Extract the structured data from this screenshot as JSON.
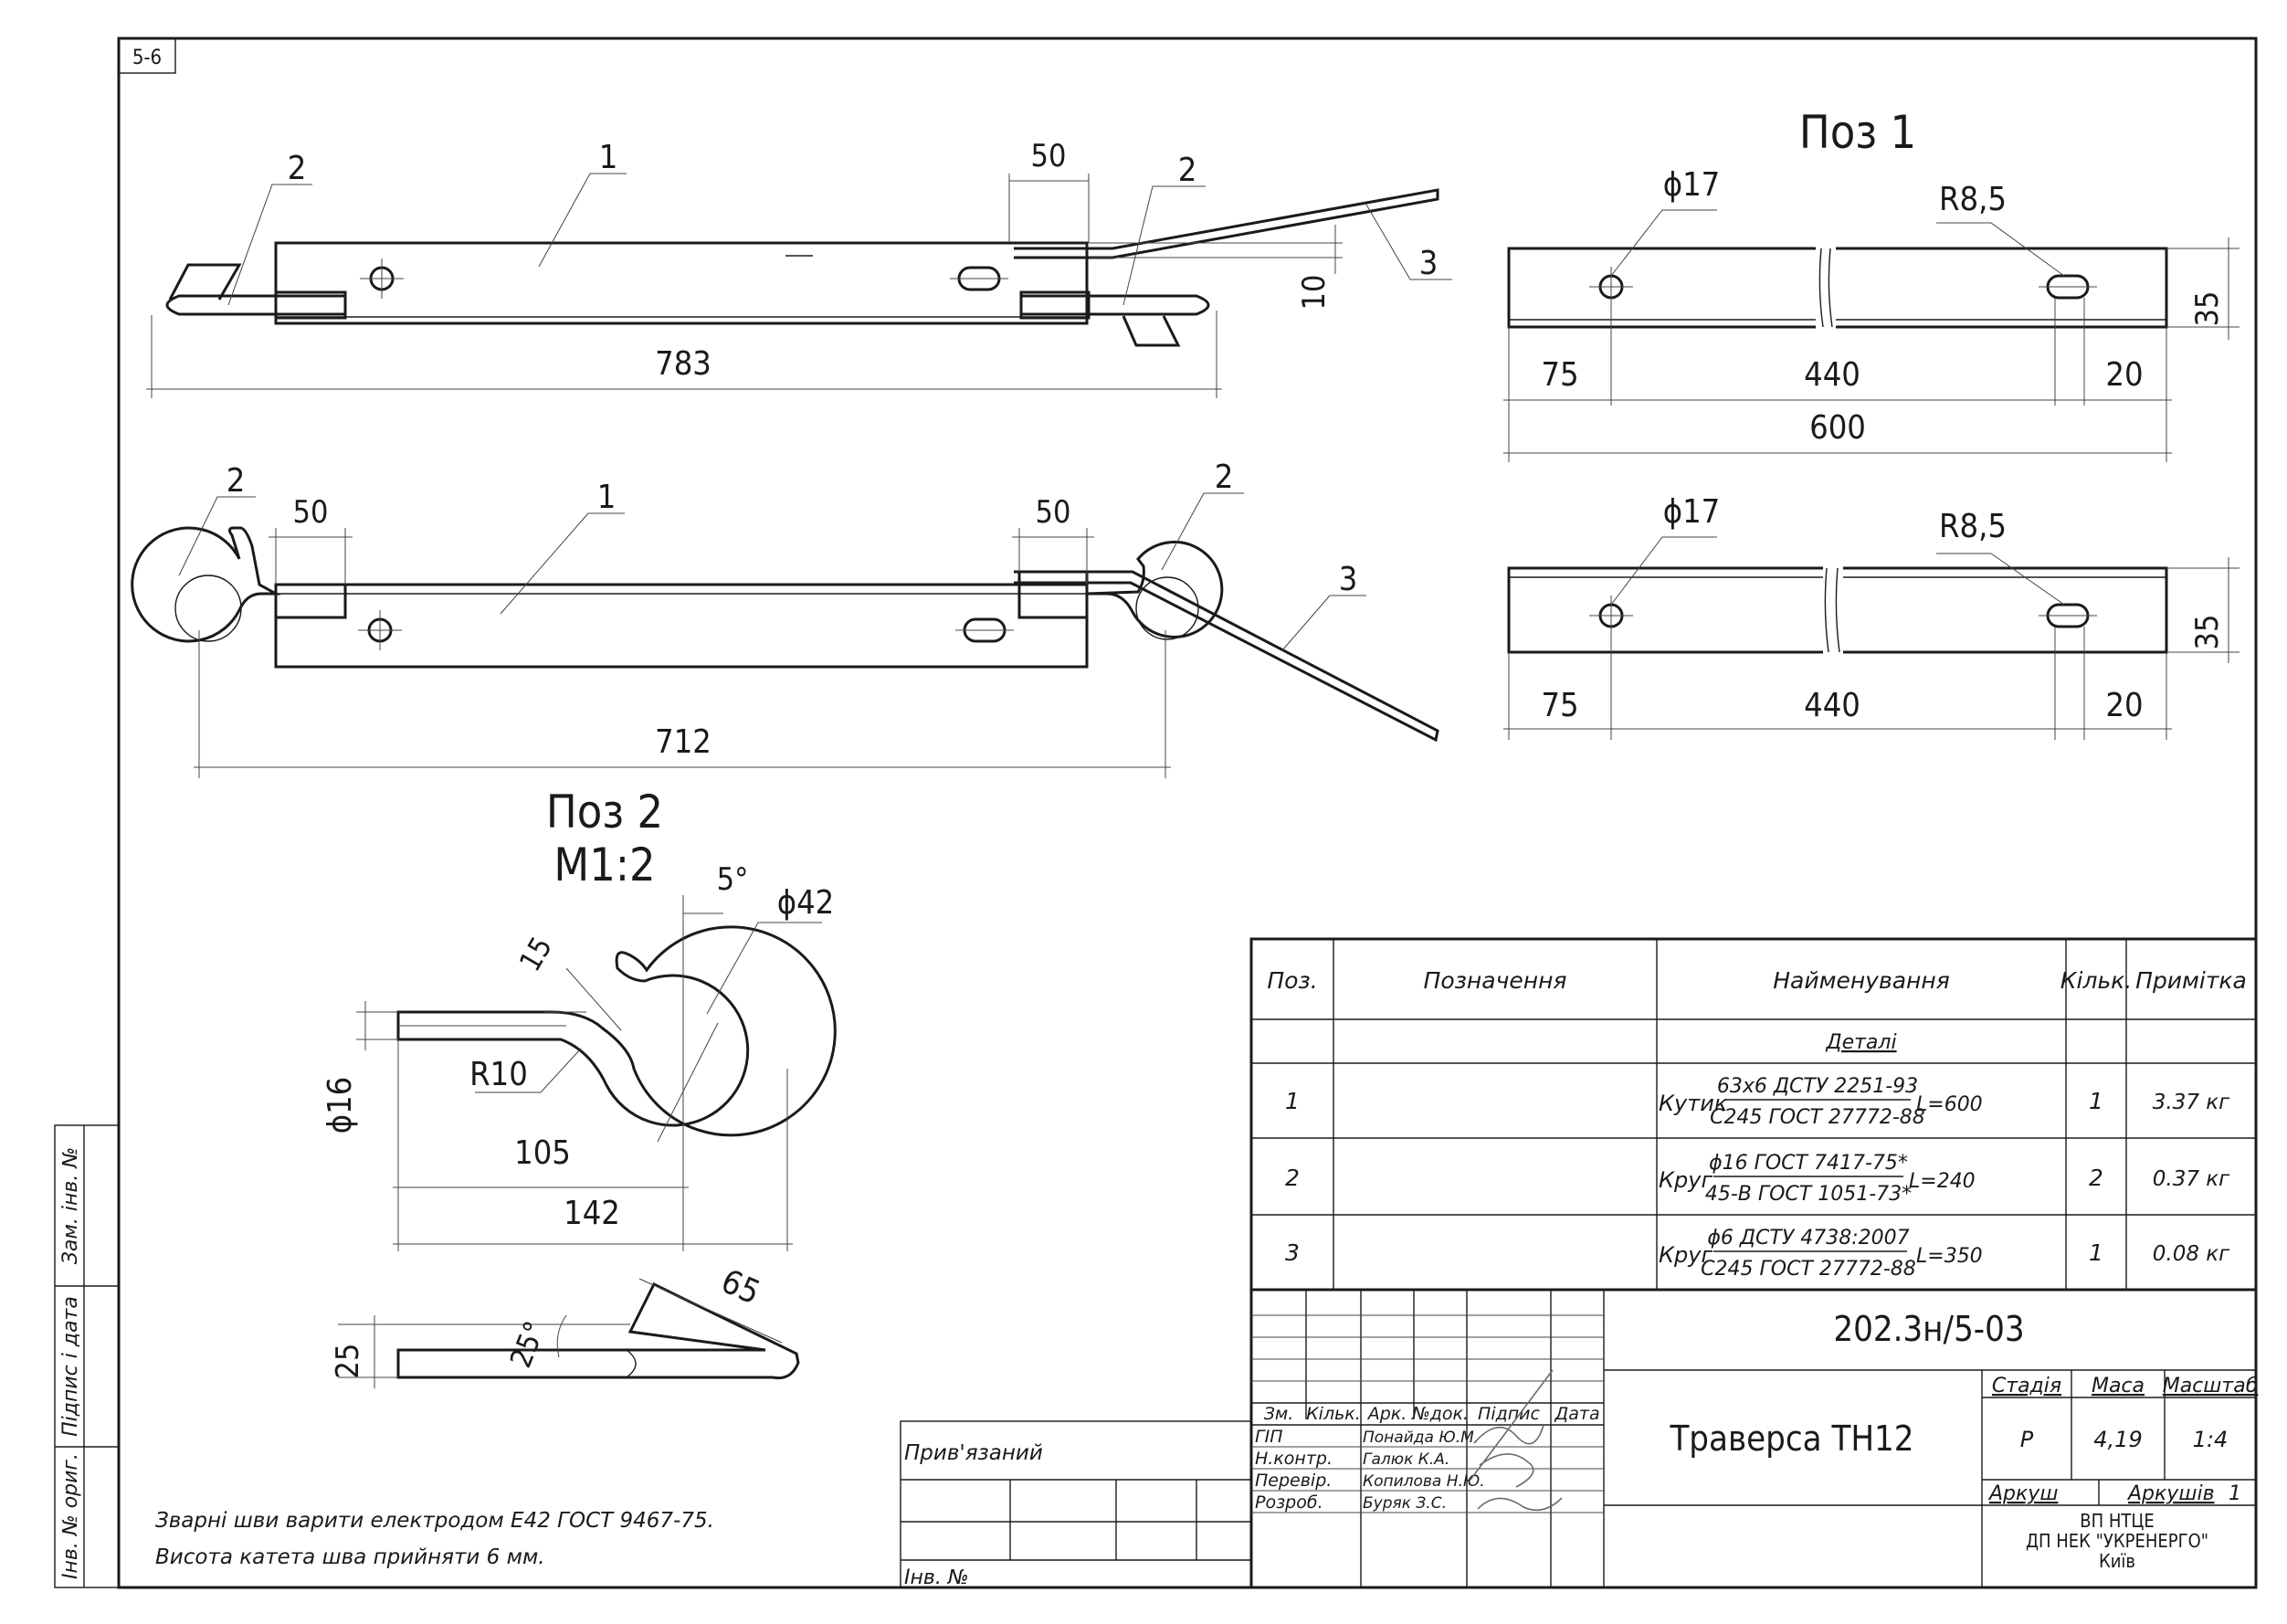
{
  "sheet_label": "5-6",
  "views": {
    "top": {
      "pos1": "1",
      "pos2a": "2",
      "pos2b": "2",
      "pos3": "3",
      "dim_50": "50",
      "dim_10": "10",
      "dim_783": "783"
    },
    "side": {
      "pos1": "1",
      "pos2a": "2",
      "pos2b": "2",
      "pos3": "3",
      "dim_50a": "50",
      "dim_50b": "50",
      "dim_712": "712"
    },
    "poz1": {
      "title": "Поз 1",
      "phi17a": "ϕ17",
      "r85a": "R8,5",
      "phi17b": "ϕ17",
      "r85b": "R8,5",
      "d75a": "75",
      "d440a": "440",
      "d20a": "20",
      "d600": "600",
      "d35a": "35",
      "d75b": "75",
      "d440b": "440",
      "d20b": "20",
      "d35b": "35"
    },
    "poz2": {
      "title": "Поз 2",
      "scale": "М1:2",
      "a5": "5°",
      "phi42": "ϕ42",
      "d15": "15",
      "r10": "R10",
      "phi16": "ϕ16",
      "d105": "105",
      "d142": "142",
      "d25": "25",
      "a25": "25°",
      "d65": "65"
    }
  },
  "notes": [
    "Зварні шви варити електродом Е42 ГОСТ 9467-75.",
    "Висота катета шва прийняти 6 мм."
  ],
  "side_stamp": [
    "Інв. № ориг.",
    "Підпис і дата",
    "Зам. інв. №"
  ],
  "attach_box": {
    "label": "Прив'язаний",
    "inv": "Інв. №"
  },
  "spec": {
    "headers": [
      "Поз.",
      "Позначення",
      "Найменування",
      "Кільк.",
      "Примітка"
    ],
    "section": "Деталі",
    "rows": [
      {
        "pos": "1",
        "name_pre": "Кутик",
        "num": "63х6 ДСТУ 2251-93",
        "den": "С245 ГОСТ 27772-88",
        "len": "L=600",
        "qty": "1",
        "note": "3.37 кг"
      },
      {
        "pos": "2",
        "name_pre": "Круг",
        "num": "ϕ16 ГОСТ 7417-75*",
        "den": "45-В ГОСТ 1051-73*",
        "len": "L=240",
        "qty": "2",
        "note": "0.37 кг"
      },
      {
        "pos": "3",
        "name_pre": "Круг",
        "num": "ϕ6 ДСТУ 4738:2007",
        "den": "С245 ГОСТ 27772-88",
        "len": "L=350",
        "qty": "1",
        "note": "0.08 кг"
      }
    ]
  },
  "title_block": {
    "doc_number": "202.3н/5-03",
    "name": "Траверса ТН12",
    "cols": [
      "Зм.",
      "Кільк.",
      "Арк.",
      "№док.",
      "Підпис",
      "Дата"
    ],
    "roles": [
      {
        "role": "ГІП",
        "person": "Понайда Ю.М."
      },
      {
        "role": "Н.контр.",
        "person": "Галюк К.А."
      },
      {
        "role": "Перевір.",
        "person": "Копилова Н.Ю."
      },
      {
        "role": "Розроб.",
        "person": "Буряк З.С."
      }
    ],
    "stage_label": "Стадія",
    "mass_label": "Маса",
    "scale_label": "Масштаб",
    "stage": "Р",
    "mass": "4,19",
    "scale": "1:4",
    "sheet_label": "Аркуш",
    "sheets_label": "Аркушів",
    "sheets": "1",
    "org": [
      "ВП НТЦЕ",
      "ДП НЕК \"УКРЕНЕРГО\"",
      "Київ"
    ]
  }
}
